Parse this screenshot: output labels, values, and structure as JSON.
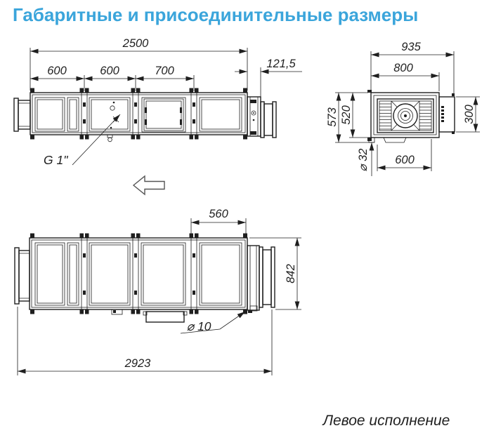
{
  "title": "Габаритные и присоединительные размеры",
  "footnote": "Левое исполнение",
  "colors": {
    "accent": "#3BA5DB",
    "line": "#1F1F1F"
  },
  "front_view": {
    "dims": {
      "total_length": "2500",
      "section_1": "600",
      "section_2": "600",
      "section_3": "700",
      "duct_offset": "121,5"
    },
    "labels": {
      "pipe_thread": "G 1\""
    }
  },
  "end_view": {
    "dims": {
      "total_width": "935",
      "body_width": "800",
      "total_height": "573",
      "body_height": "520",
      "box_height": "300",
      "drain_diameter": "⌀ 32",
      "bottom_width": "600"
    }
  },
  "top_view": {
    "dims": {
      "fan_section_length": "560",
      "total_depth": "842",
      "hole_diameter": "⌀ 10",
      "total_length": "2923"
    }
  }
}
